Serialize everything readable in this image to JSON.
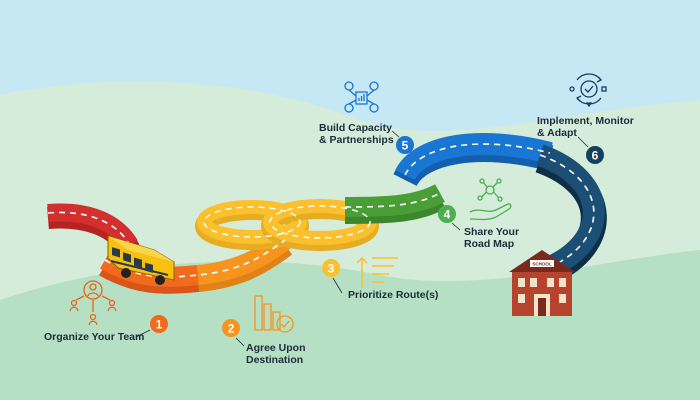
{
  "steps": [
    {
      "number": "1",
      "line1": "Organize Your Team",
      "line2": "",
      "color": "#f26b1d"
    },
    {
      "number": "2",
      "line1": "Agree Upon",
      "line2": "Destination",
      "color": "#f7941d"
    },
    {
      "number": "3",
      "line1": "Prioritize Route(s)",
      "line2": "",
      "color": "#fbc02d"
    },
    {
      "number": "4",
      "line1": "Share Your",
      "line2": "Road Map",
      "color": "#4caf50"
    },
    {
      "number": "5",
      "line1": "Build Capacity",
      "line2": "& Partnerships",
      "color": "#1976d2"
    },
    {
      "number": "6",
      "line1": "Implement, Monitor",
      "line2": "& Adapt",
      "color": "#153f5e"
    }
  ],
  "school": {
    "sign": "SCHOOL"
  },
  "colors": {
    "sky": "#c6e7f4",
    "hill_back": "#d4ecd9",
    "hill_front": "#b5e0c3",
    "road_red": "#d32f2f",
    "road_orange": "#f26b1d",
    "road_light_orange": "#f7941d",
    "road_yellow": "#fbc02d",
    "road_green": "#4a9e36",
    "road_blue": "#1976d2",
    "road_navy": "#153f5e",
    "bus": "#f6c10f",
    "school_brick": "#b5432d"
  },
  "icons": [
    "team-icon",
    "destination-icon",
    "prioritize-icon",
    "share-map-icon",
    "capacity-icon",
    "monitor-icon",
    "school-bus-icon",
    "school-building-icon"
  ]
}
